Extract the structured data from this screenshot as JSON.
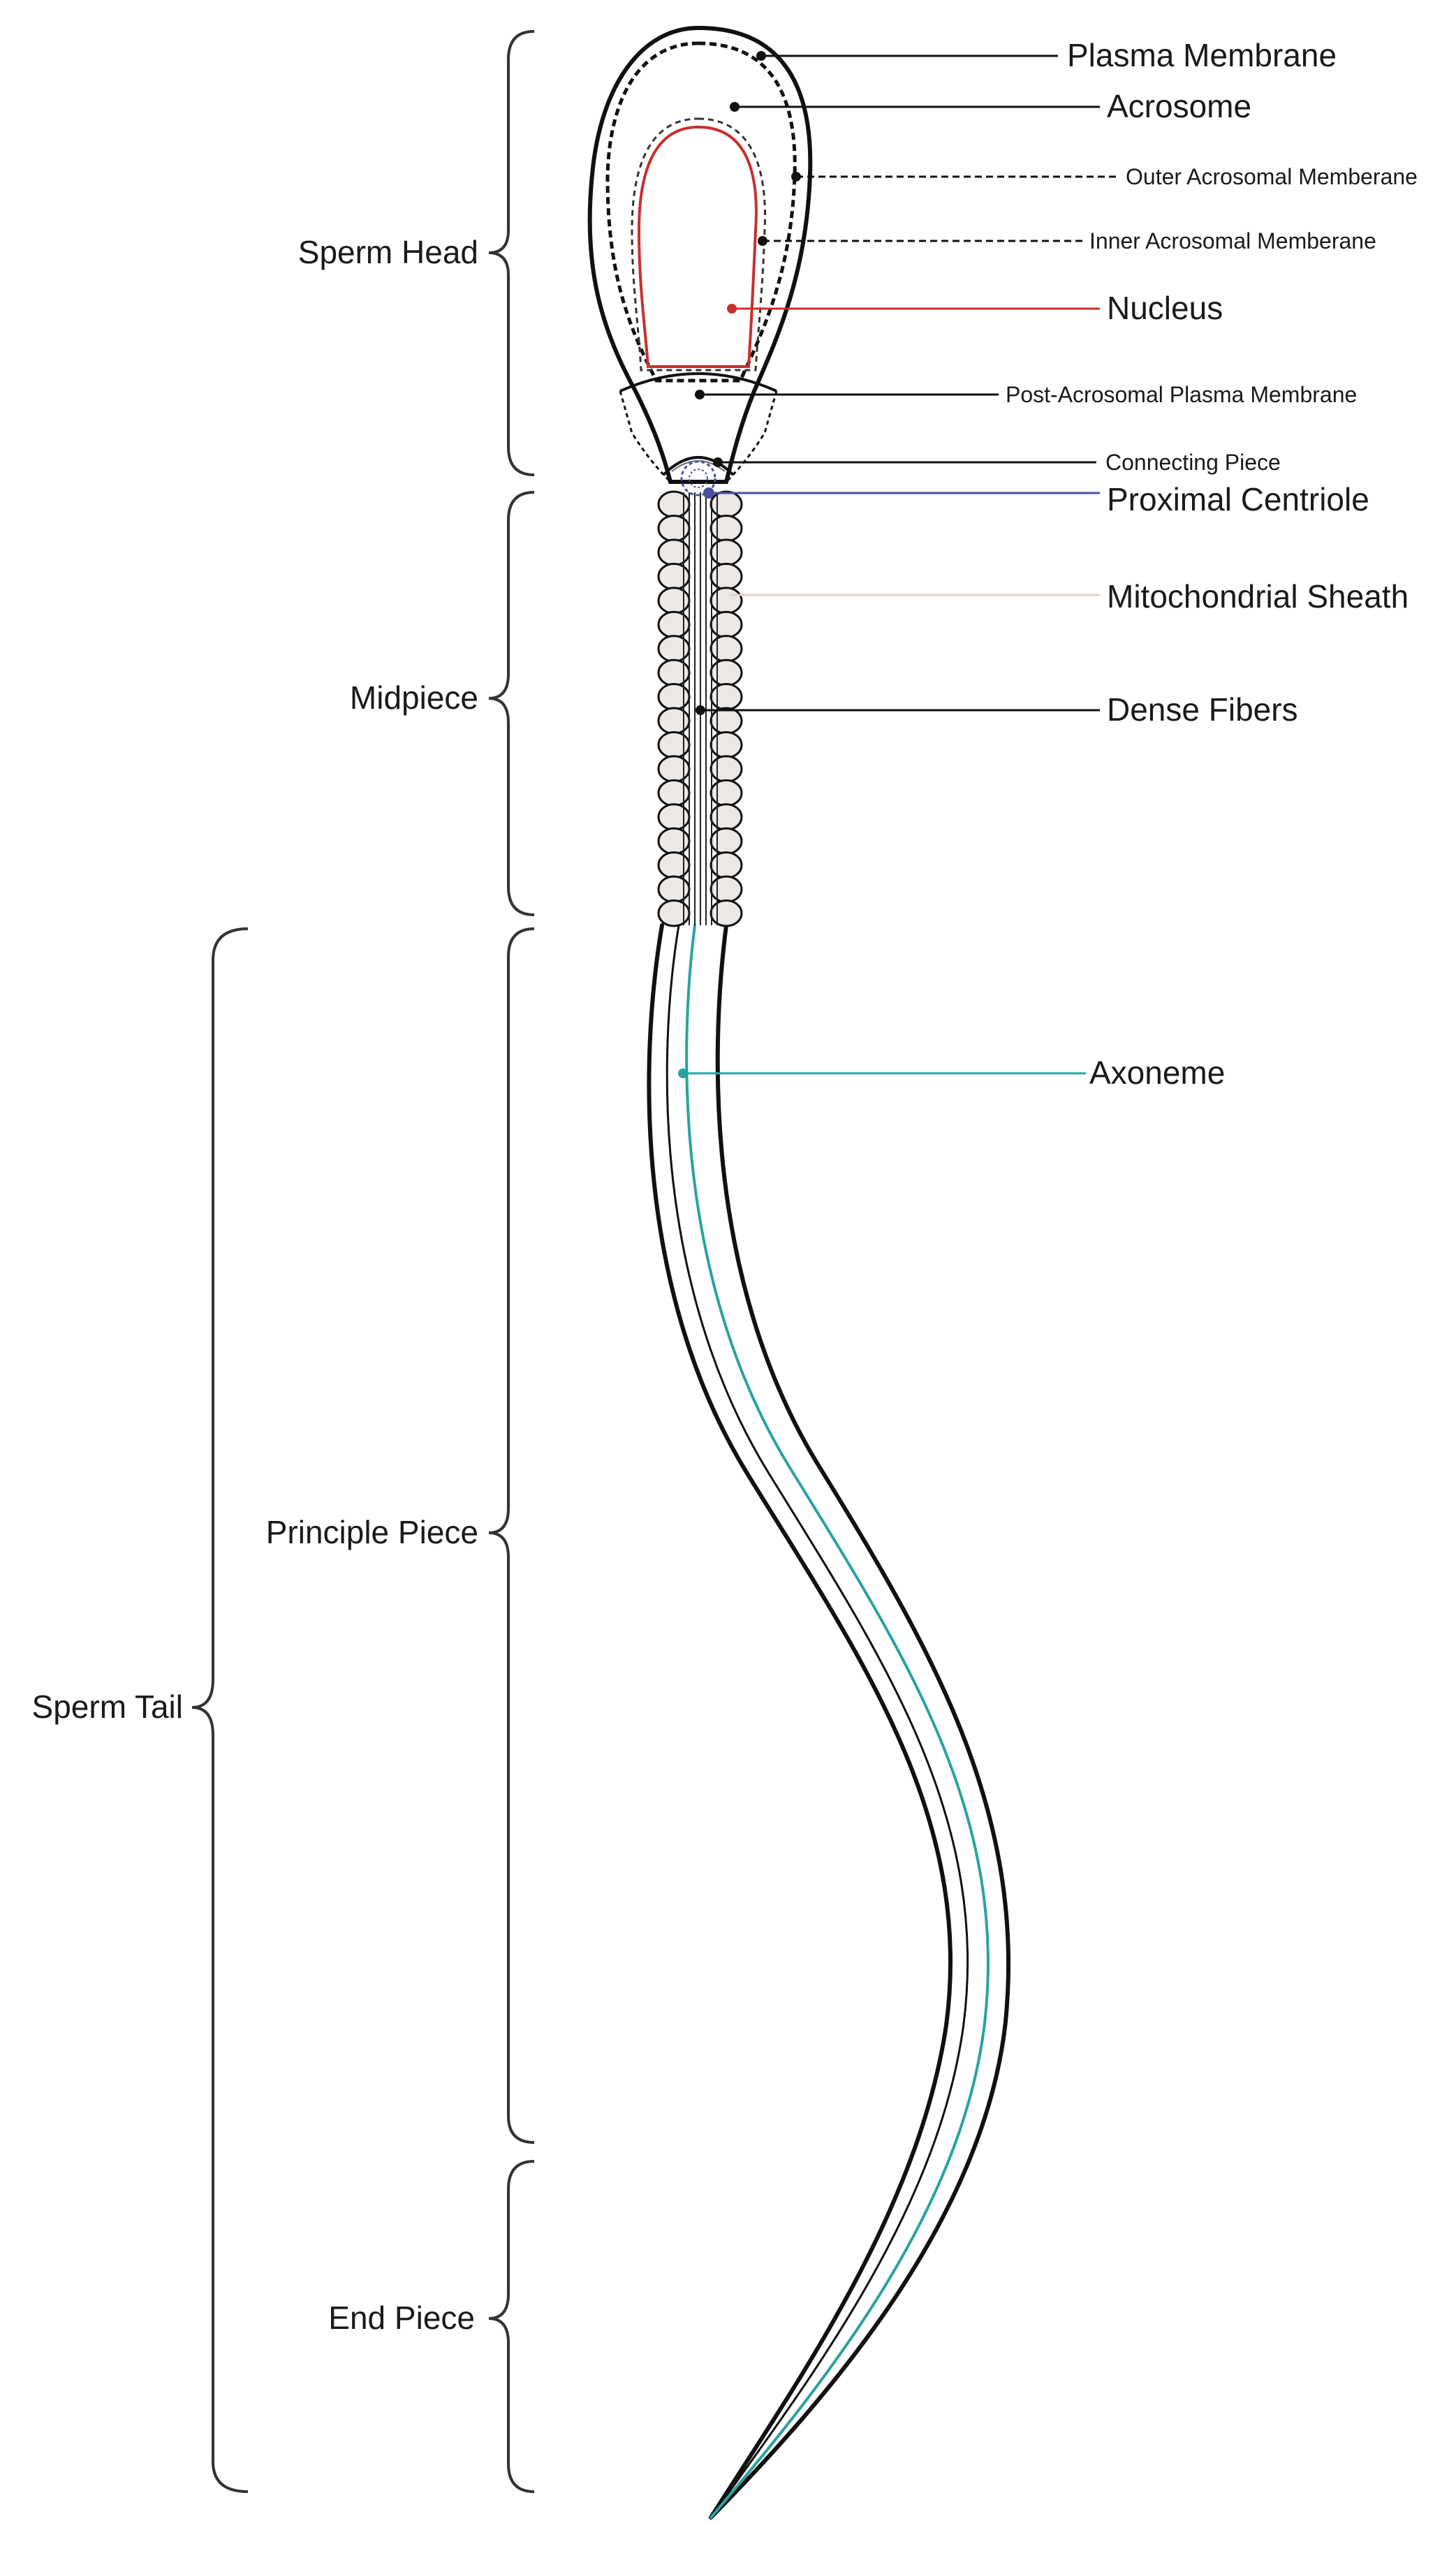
{
  "labels": {
    "plasma_membrane": "Plasma Membrane",
    "acrosome": "Acrosome",
    "outer_acrosomal_membrane": "Outer Acrosomal Memberane",
    "inner_acrosomal_membrane": "Inner Acrosomal Memberane",
    "nucleus": "Nucleus",
    "post_acrosomal_plasma_membrane": "Post-Acrosomal Plasma Membrane",
    "connecting_piece": "Connecting Piece",
    "proximal_centriole": "Proximal Centriole",
    "mitochondrial_sheath": "Mitochondrial Sheath",
    "dense_fibers": "Dense Fibers",
    "axoneme": "Axoneme"
  },
  "regions": {
    "sperm_head": "Sperm Head",
    "midpiece": "Midpiece",
    "principle_piece": "Principle Piece",
    "end_piece": "End Piece",
    "sperm_tail": "Sperm Tail"
  },
  "colors": {
    "outline": "#111111",
    "nucleus": "#c8302c",
    "proximal_centriole": "#4a4fa3",
    "mitochondrial_sheath": "#e6cfc9",
    "axoneme": "#2aa39f",
    "mito_fill": "#ebe8e6"
  }
}
